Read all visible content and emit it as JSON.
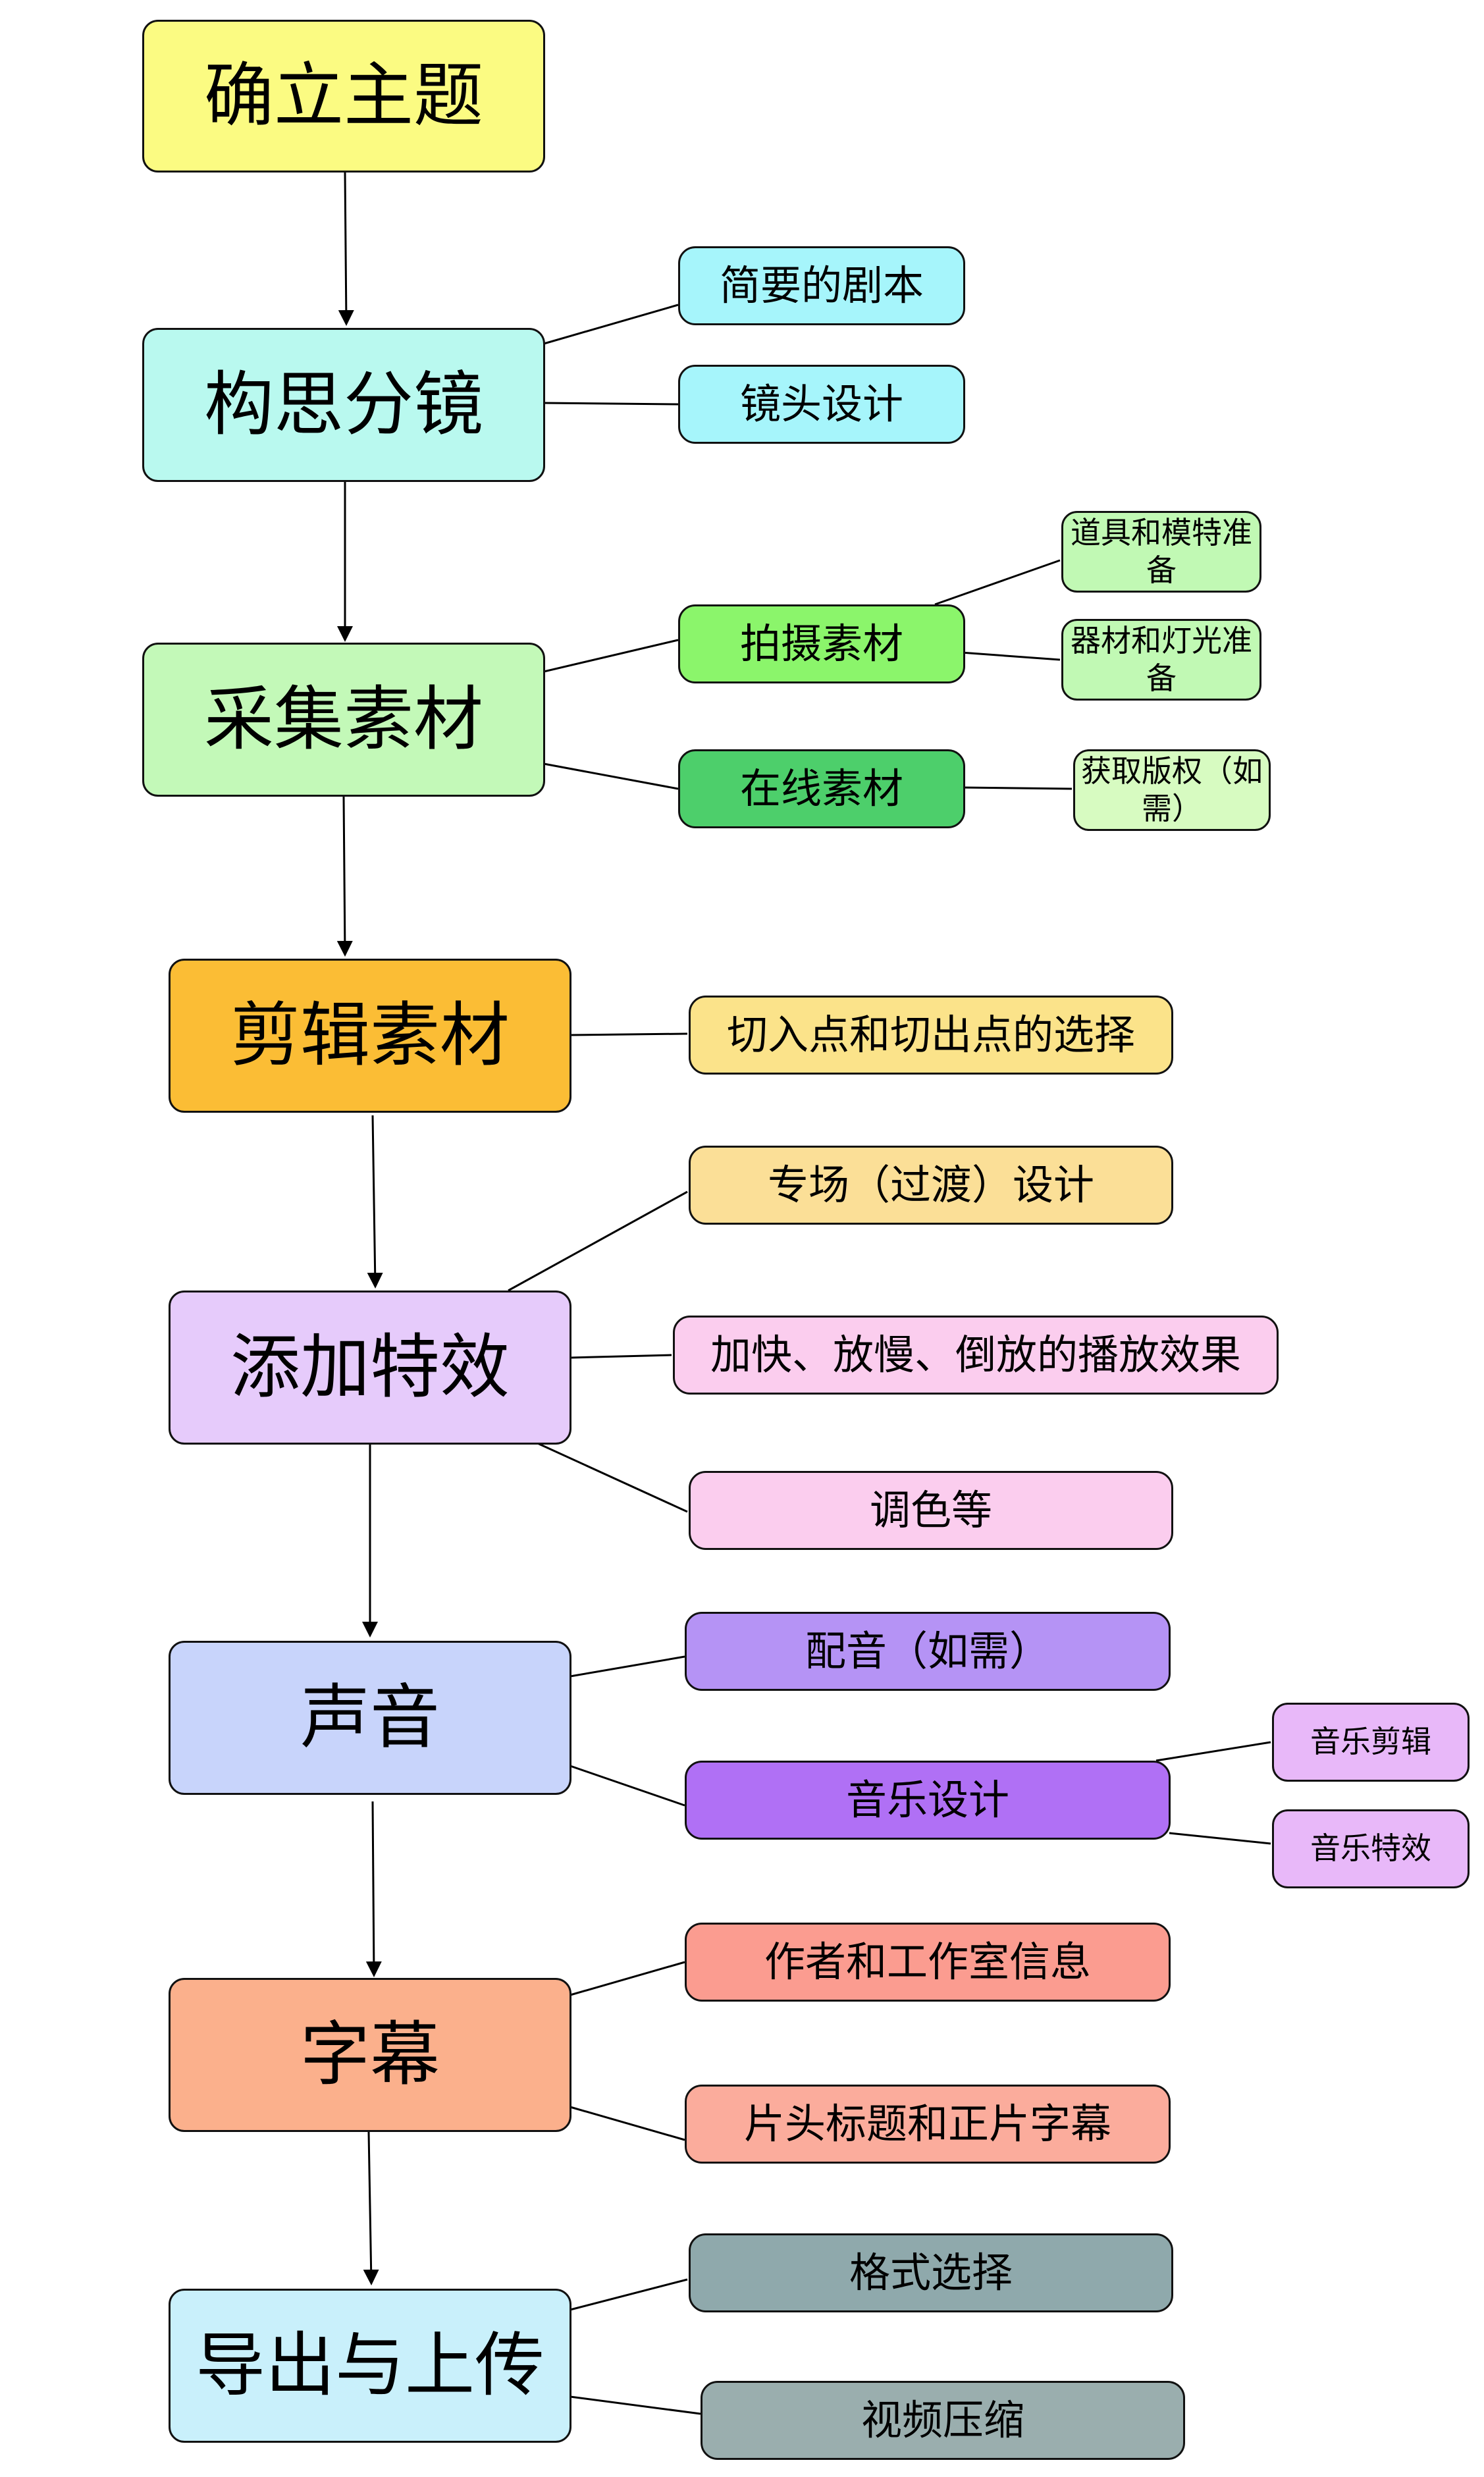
{
  "steps": {
    "topic": "确立主题",
    "storyboard": "构思分镜",
    "collect": "采集素材",
    "edit": "剪辑素材",
    "effects": "添加特效",
    "sound": "声音",
    "subtitles": "字幕",
    "export": "导出与上传"
  },
  "details": {
    "script": "简要的剧本",
    "shot_design": "镜头设计",
    "shoot": "拍摄素材",
    "props": "道具和模特准备",
    "lighting": "器材和灯光准备",
    "online": "在线素材",
    "copyright": "获取版权（如需）",
    "cut_points": "切入点和切出点的选择",
    "transitions": "专场（过渡）设计",
    "speed": "加快、放慢、倒放的播放效果",
    "color": "调色等",
    "dubbing": "配音（如需）",
    "music_design": "音乐设计",
    "music_edit": "音乐剪辑",
    "music_fx": "音乐特效",
    "credits": "作者和工作室信息",
    "titles": "片头标题和正片字幕",
    "format": "格式选择",
    "compress": "视频压缩"
  },
  "colors": {
    "topic": "#fbfb82",
    "storyboard": "#b9f9ef",
    "collect": "#c3f9b8",
    "edit": "#fbbd35",
    "effects": "#e6cbfb",
    "sound": "#c8d4fb",
    "subtitles": "#fbb08c",
    "export": "#c9f0fb",
    "script": "#a6f5fb",
    "shoot": "#8bf56b",
    "props": "#c1f9b4",
    "online": "#4dcf6b",
    "copyright": "#d7fbc1",
    "cut_points": "#fbe38a",
    "transitions": "#fbdf97",
    "speed": "#fbcdee",
    "dubbing": "#b593f5",
    "music_design": "#b070f5",
    "music_leaf": "#e8b8f9",
    "credits": "#fb9c90",
    "titles": "#fbac9c",
    "format": "#8fa9ac",
    "compress": "#9aaeae"
  }
}
